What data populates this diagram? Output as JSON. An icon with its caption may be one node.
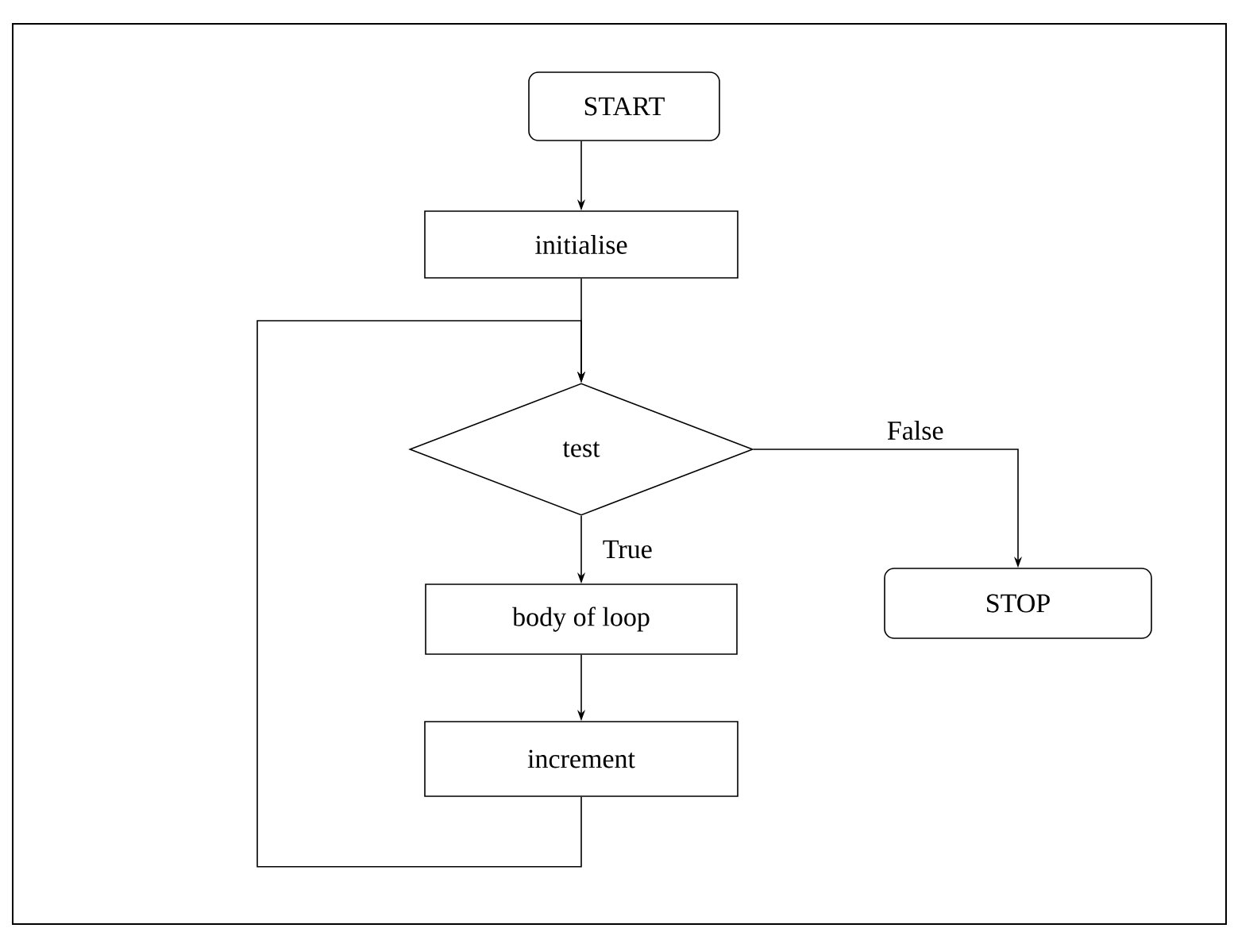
{
  "diagram": {
    "nodes": [
      {
        "text": [
          "START"
        ]
      },
      {
        "text": [
          "initialise"
        ]
      },
      {
        "text": [
          "test"
        ]
      },
      {
        "text": [
          "body of loop"
        ]
      },
      {
        "text": [
          "increment"
        ]
      },
      {
        "text": [
          "STOP"
        ]
      }
    ],
    "edges": [
      {
        "from": 0,
        "to": 1,
        "arrow": "to"
      },
      {
        "from": 1,
        "to": 2,
        "arrow": "to"
      },
      {
        "from": 2,
        "to": 3,
        "arrow": "to",
        "label": "True"
      },
      {
        "from": 3,
        "to": 4,
        "arrow": "to"
      },
      {
        "from": 4,
        "to": 2,
        "arrow": "to"
      },
      {
        "from": 2,
        "to": 5,
        "arrow": "to",
        "label": "False"
      }
    ]
  }
}
